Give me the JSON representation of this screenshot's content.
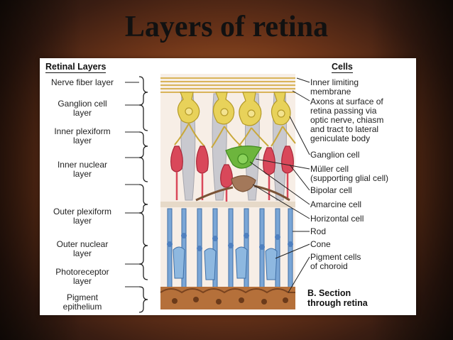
{
  "title": "Layers of retina",
  "left_header": "Retinal Layers",
  "right_header": "Cells",
  "layers": [
    {
      "line1": "Nerve fiber layer",
      "line2": ""
    },
    {
      "line1": "Ganglion cell",
      "line2": "layer"
    },
    {
      "line1": "Inner plexiform",
      "line2": "layer"
    },
    {
      "line1": "Inner nuclear",
      "line2": "layer"
    },
    {
      "line1": "Outer plexiform",
      "line2": "layer"
    },
    {
      "line1": "Outer nuclear",
      "line2": "layer"
    },
    {
      "line1": "Photoreceptor",
      "line2": "layer"
    },
    {
      "line1": "Pigment",
      "line2": "epithelium"
    }
  ],
  "cells": [
    {
      "lines": [
        "Inner limiting",
        "membrane"
      ]
    },
    {
      "lines": [
        "Axons at surface of",
        "retina passing via",
        "optic nerve, chiasm",
        "and tract to lateral",
        "geniculate body"
      ]
    },
    {
      "lines": [
        "Ganglion cell"
      ]
    },
    {
      "lines": [
        "Müller cell",
        "(supporting glial cell)"
      ]
    },
    {
      "lines": [
        "Bipolar cell"
      ]
    },
    {
      "lines": [
        "Amarcine cell"
      ]
    },
    {
      "lines": [
        "Horizontal cell"
      ]
    },
    {
      "lines": [
        "Rod"
      ]
    },
    {
      "lines": [
        "Cone"
      ]
    },
    {
      "lines": [
        "Pigment cells",
        "of choroid"
      ]
    }
  ],
  "caption": {
    "line1": "B. Section",
    "line2": "through retina"
  },
  "colors": {
    "ganglion": "#e8d25a",
    "muller": "#c9c9cf",
    "bipolar": "#d9485a",
    "amacrine": "#6db53d",
    "horizontal": "#a3785a",
    "rod": "#7aa6d6",
    "pigment": "#b5703a"
  }
}
